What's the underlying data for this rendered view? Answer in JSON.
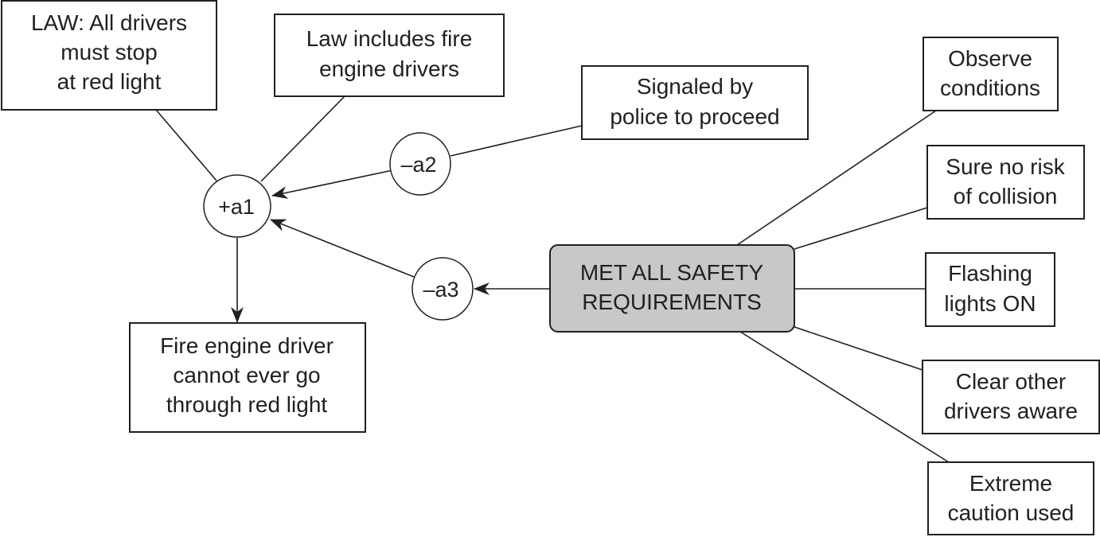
{
  "diagram": {
    "premises": {
      "law": {
        "lines": [
          "LAW: All drivers",
          "must stop",
          "at red light"
        ]
      },
      "law_includes": {
        "lines": [
          "Law includes fire",
          "engine drivers"
        ]
      },
      "signaled": {
        "lines": [
          "Signaled by",
          "police to proceed"
        ]
      }
    },
    "conclusion": {
      "lines": [
        "Fire engine driver",
        "cannot ever go",
        "through red light"
      ]
    },
    "arguments": {
      "a1": {
        "label": "+a1",
        "polarity": "support"
      },
      "a2": {
        "label": "–a2",
        "polarity": "attack"
      },
      "a3": {
        "label": "–a3",
        "polarity": "attack"
      }
    },
    "hub": {
      "lines": [
        "MET ALL SAFETY",
        "REQUIREMENTS"
      ],
      "fill_color": "#c8c8ca"
    },
    "requirements": [
      {
        "lines": [
          "Observe",
          "conditions"
        ]
      },
      {
        "lines": [
          "Sure no risk",
          "of collision"
        ]
      },
      {
        "lines": [
          "Flashing",
          "lights ON"
        ]
      },
      {
        "lines": [
          "Clear other",
          "drivers aware"
        ]
      },
      {
        "lines": [
          "Extreme",
          "caution used"
        ]
      }
    ],
    "edges": [
      {
        "from": "law",
        "to": "a1",
        "arrow": false
      },
      {
        "from": "law_includes",
        "to": "a1",
        "arrow": false
      },
      {
        "from": "signaled",
        "to": "a2",
        "arrow": false
      },
      {
        "from": "a2",
        "to": "a1",
        "arrow": true
      },
      {
        "from": "a3",
        "to": "a1",
        "arrow": true
      },
      {
        "from": "hub",
        "to": "a3",
        "arrow": true
      },
      {
        "from": "a1",
        "to": "conclusion",
        "arrow": true
      },
      {
        "from": "requirement-1",
        "to": "hub",
        "arrow": false
      },
      {
        "from": "requirement-2",
        "to": "hub",
        "arrow": false
      },
      {
        "from": "requirement-3",
        "to": "hub",
        "arrow": false
      },
      {
        "from": "requirement-4",
        "to": "hub",
        "arrow": false
      },
      {
        "from": "requirement-5",
        "to": "hub",
        "arrow": false
      }
    ]
  }
}
